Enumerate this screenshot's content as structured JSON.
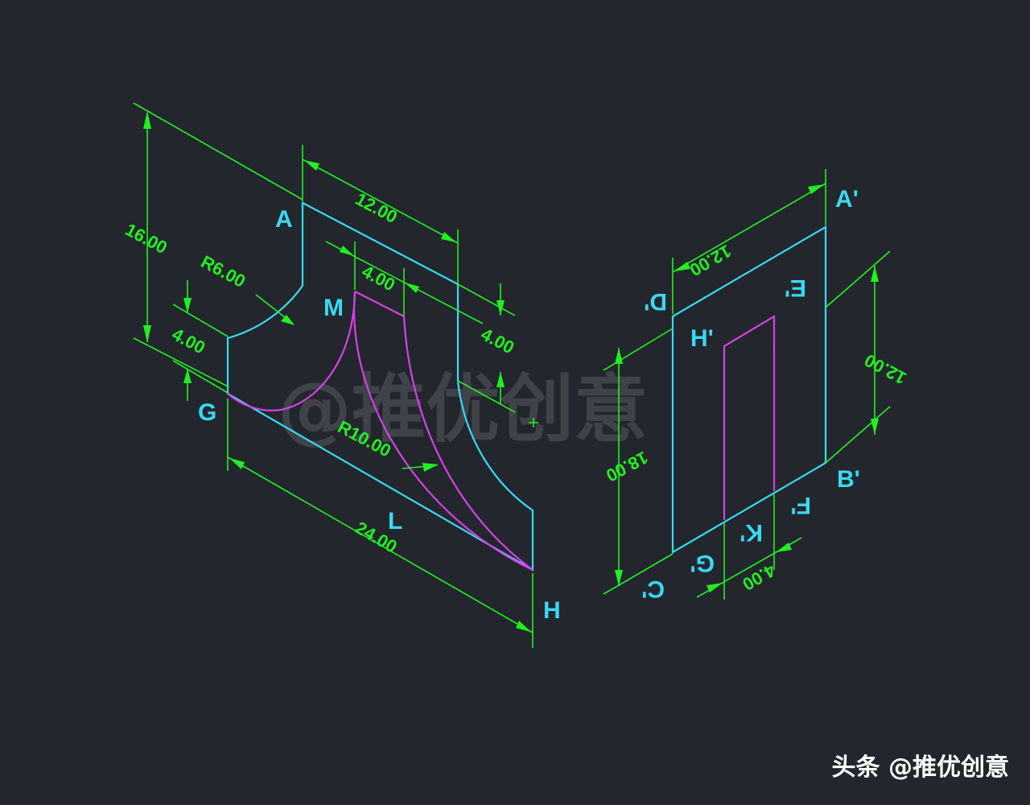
{
  "colors": {
    "background": "#23272d",
    "outline": "#39d9f2",
    "hidden_curve": "#d640e8",
    "dimension": "#22ef22"
  },
  "left_view": {
    "points": {
      "A": "A",
      "M": "M",
      "G": "G",
      "L": "L",
      "H": "H"
    },
    "dims": {
      "d16": "16.00",
      "d12": "12.00",
      "d4_top": "4.00",
      "d4_left": "4.00",
      "d4_right": "4.00",
      "r6": "R6.00",
      "r10": "R10.00",
      "d24": "24.00"
    }
  },
  "right_view": {
    "points": {
      "A1": "A'",
      "D1": "D'",
      "E1": "E'",
      "H1": "H'",
      "B1": "B'",
      "F1": "F'",
      "K1": "K'",
      "G1": "G'",
      "C1": "C'"
    },
    "dims": {
      "d12_top": "12.00",
      "d12_right": "12.00",
      "d18": "18.00",
      "d4": "4.00"
    }
  },
  "watermark": "@推优创意",
  "credit": "头条 @推优创意"
}
